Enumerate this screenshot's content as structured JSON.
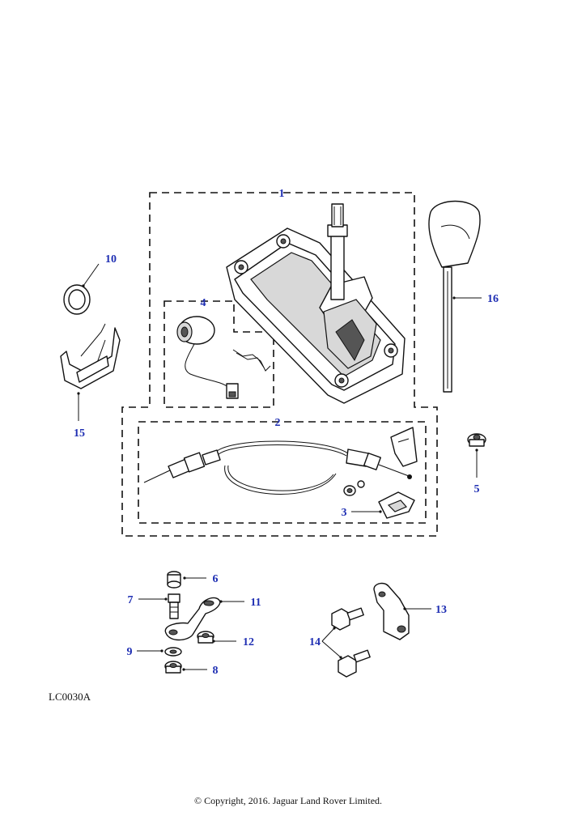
{
  "diagram": {
    "reference_code": "LC0030A",
    "copyright": "© Copyright, 2016. Jaguar Land Rover Limited.",
    "callouts": [
      {
        "id": "1",
        "label": "1"
      },
      {
        "id": "2",
        "label": "2"
      },
      {
        "id": "3",
        "label": "3"
      },
      {
        "id": "4",
        "label": "4"
      },
      {
        "id": "5",
        "label": "5"
      },
      {
        "id": "6",
        "label": "6"
      },
      {
        "id": "7",
        "label": "7"
      },
      {
        "id": "8",
        "label": "8"
      },
      {
        "id": "9",
        "label": "9"
      },
      {
        "id": "10",
        "label": "10"
      },
      {
        "id": "11",
        "label": "11"
      },
      {
        "id": "12",
        "label": "12"
      },
      {
        "id": "13",
        "label": "13"
      },
      {
        "id": "14",
        "label": "14"
      },
      {
        "id": "15",
        "label": "15"
      },
      {
        "id": "16",
        "label": "16"
      }
    ],
    "colors": {
      "callout": "#1f2fb3",
      "line": "#111111",
      "background": "#ffffff"
    }
  }
}
